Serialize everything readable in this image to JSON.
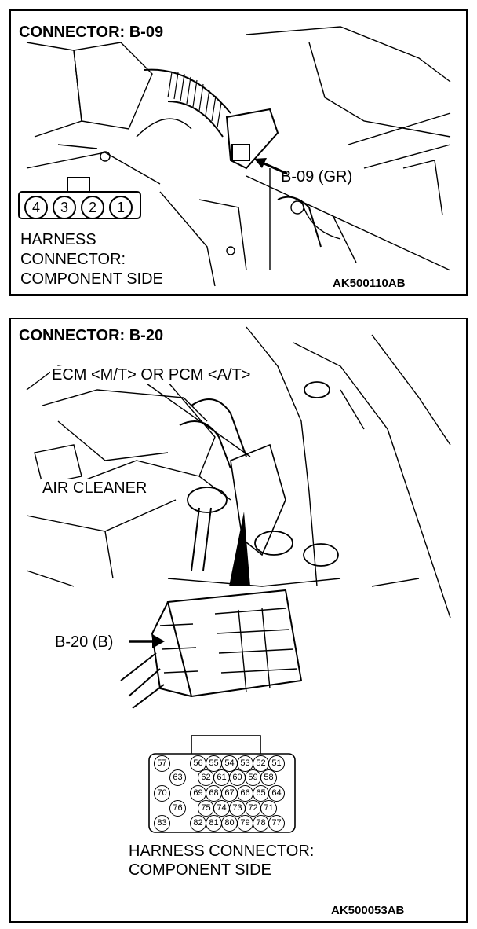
{
  "panel1": {
    "title": "CONNECTOR: B-09",
    "callout": "B-09 (GR)",
    "pins": [
      "4",
      "3",
      "2",
      "1"
    ],
    "side_label_lines": [
      "HARNESS",
      "CONNECTOR:",
      "COMPONENT SIDE"
    ],
    "image_code": "AK500110AB"
  },
  "panel2": {
    "title": "CONNECTOR: B-20",
    "ecm_label": "ECM <M/T> OR PCM <A/T>",
    "air_cleaner_label": "AIR CLEANER",
    "callout": "B-20 (B)",
    "pins": {
      "col_left": [
        "57",
        "70",
        "83"
      ],
      "col_mid": [
        "63",
        "76"
      ],
      "row1": [
        "56",
        "55",
        "54",
        "53",
        "52",
        "51"
      ],
      "row2": [
        "62",
        "61",
        "60",
        "59",
        "58"
      ],
      "row3": [
        "69",
        "68",
        "67",
        "66",
        "65",
        "64"
      ],
      "row4": [
        "75",
        "74",
        "73",
        "72",
        "71"
      ],
      "row5": [
        "82",
        "81",
        "80",
        "79",
        "78",
        "77"
      ]
    },
    "side_label_lines": [
      "HARNESS CONNECTOR:",
      "COMPONENT SIDE"
    ],
    "image_code": "AK500053AB"
  }
}
